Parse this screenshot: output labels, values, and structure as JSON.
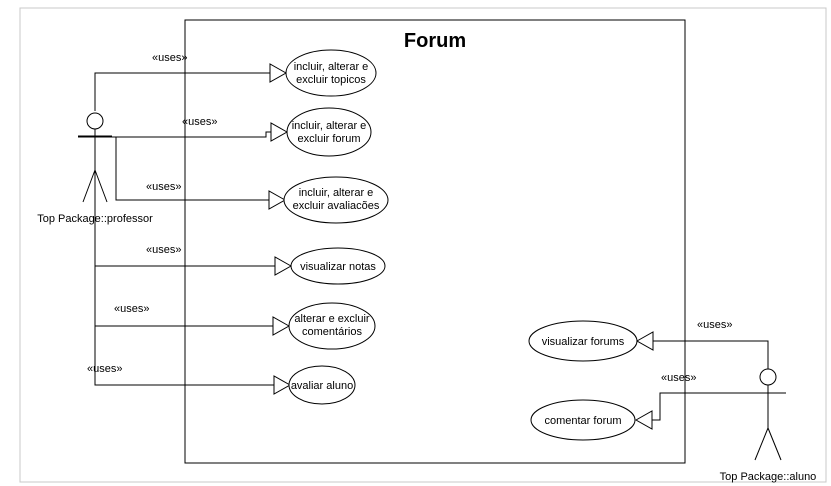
{
  "diagram": {
    "system_title": "Forum",
    "uses_label": "«uses»",
    "actors": {
      "professor": {
        "label": "Top Package::professor"
      },
      "aluno": {
        "label": "Top Package::aluno"
      }
    },
    "use_cases": [
      {
        "id": "uc1",
        "lines": [
          "incluir, alterar e",
          "excluir topicos"
        ]
      },
      {
        "id": "uc2",
        "lines": [
          "incluir, alterar e",
          "excluir forum"
        ]
      },
      {
        "id": "uc3",
        "lines": [
          "incluir, alterar e",
          "excluir avaliacões"
        ]
      },
      {
        "id": "uc4",
        "lines": [
          "visualizar notas"
        ]
      },
      {
        "id": "uc5",
        "lines": [
          "alterar e excluir",
          "comentários"
        ]
      },
      {
        "id": "uc6",
        "lines": [
          "avaliar aluno"
        ]
      },
      {
        "id": "uc7",
        "lines": [
          "visualizar forums"
        ]
      },
      {
        "id": "uc8",
        "lines": [
          "comentar forum"
        ]
      }
    ]
  }
}
